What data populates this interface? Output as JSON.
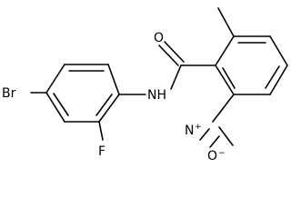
{
  "molecule": {
    "atoms": {
      "br": "Br",
      "f": "F",
      "nh": "NH",
      "o_carbonyl": "O",
      "n_nitro": "N",
      "n_charge": "+",
      "o_nitro": "O",
      "o_charge": "−"
    }
  }
}
